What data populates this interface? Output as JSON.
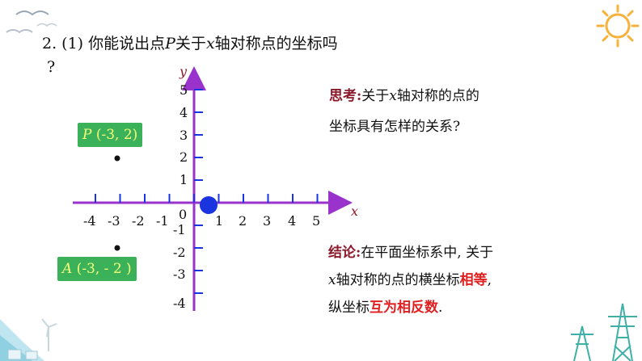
{
  "question": {
    "number": "2. (1) 你能说出点",
    "point": "P",
    "rest": "关于",
    "axis": "x",
    "tail": "轴对称点的坐标吗",
    "qmark": "?"
  },
  "think": {
    "tag": "思考",
    "colon": ":",
    "line1_a": "关于",
    "axis": "x",
    "line1_b": "轴对称的点的",
    "line2": "坐标具有怎样的关系?"
  },
  "conclusion": {
    "tag": "结论",
    "colon": ":",
    "line1": "在平面坐标系中, 关于",
    "axis": "x",
    "line2_a": "轴对称的点的横坐标",
    "equal": "相等",
    "line2_b": ",",
    "line3_a": "纵坐标",
    "opposite": "互为相反数",
    "line3_b": "."
  },
  "labels": {
    "P_name": "P",
    "P_coords": " (-3, 2)",
    "A_name": "A",
    "A_coords": " (-3, - 2 )"
  },
  "axes": {
    "x_label": "x",
    "y_label": "y",
    "origin": "0",
    "x_neg_ticks": [
      "-4",
      "-3",
      "-2",
      "-1"
    ],
    "x_pos_ticks": [
      "1",
      "2",
      "3",
      "4",
      "5"
    ],
    "y_pos_ticks": [
      "1",
      "2",
      "3",
      "4",
      "5"
    ],
    "y_neg_ticks": [
      "-1",
      "-2",
      "-3",
      "-4"
    ]
  },
  "colors": {
    "axis": "#9933cc",
    "label_bg": "#3bb25a",
    "label_fg": "#f6ff7a",
    "accent": "#8b1a2b",
    "highlight": "#e02020",
    "dot": "#1a35e0"
  }
}
